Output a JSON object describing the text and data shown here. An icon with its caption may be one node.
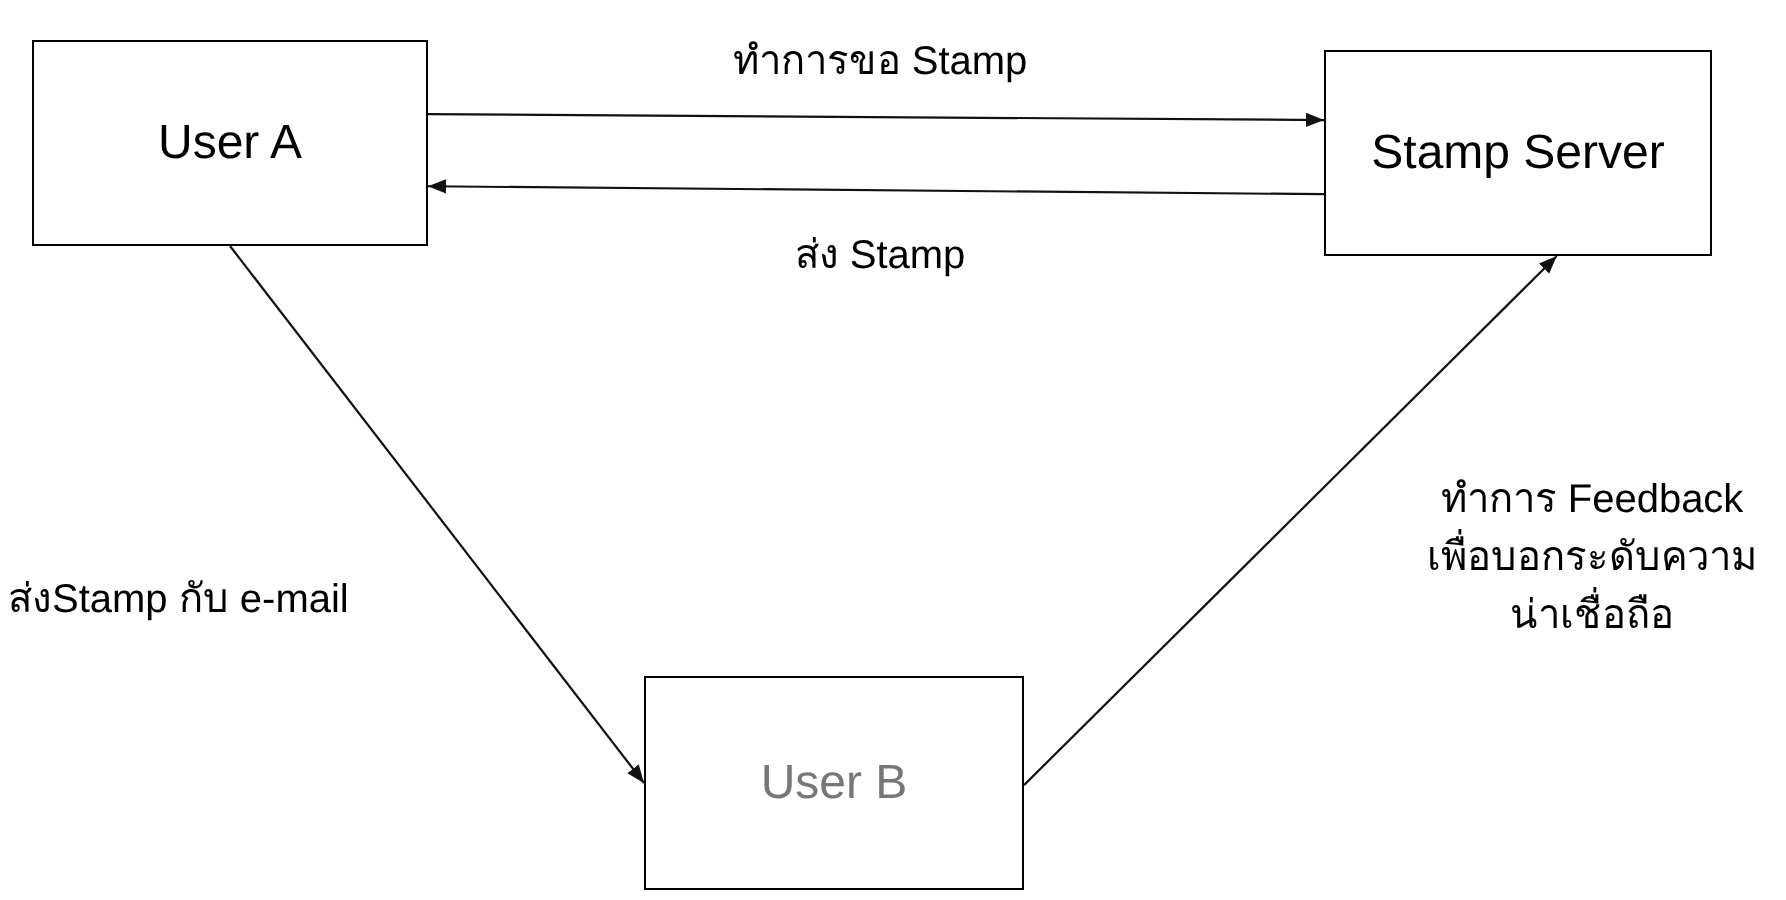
{
  "diagram": {
    "nodes": [
      {
        "text": [
          "User A"
        ]
      },
      {
        "text": [
          "Stamp Server"
        ]
      },
      {
        "text": [
          "User B"
        ]
      }
    ],
    "edges": [
      {
        "from": 0,
        "to": 1,
        "arrow": "to",
        "label": "ทำการขอ Stamp"
      },
      {
        "from": 1,
        "to": 0,
        "arrow": "to",
        "label": "ส่ง Stamp"
      },
      {
        "from": 0,
        "to": 2,
        "arrow": "to",
        "label": "ส่งStamp กับ e-mail"
      },
      {
        "from": 2,
        "to": 1,
        "arrow": "to",
        "label": "ทำการ Feedback เพื่อบอกระดับความน่าเชื่อถือ"
      }
    ]
  }
}
